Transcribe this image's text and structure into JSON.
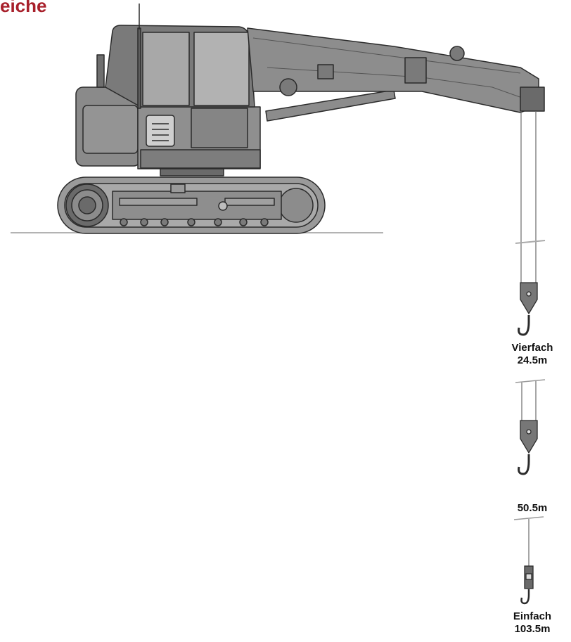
{
  "header": {
    "title": "eiche"
  },
  "hook_configs": [
    {
      "name": "Vierfach",
      "height": "24.5m"
    },
    {
      "name": "",
      "height": "50.5m"
    },
    {
      "name": "Einfach",
      "height": "103.5m"
    }
  ],
  "colors": {
    "title": "#a8202b",
    "machine_body": "#8a8a8a",
    "machine_dark": "#5e5e5e",
    "outline": "#2b2b2b",
    "ground": "#9a9a9a"
  },
  "icons": [
    "crane-machine",
    "crawler-track",
    "cab",
    "boom",
    "hook-block",
    "single-hook"
  ]
}
